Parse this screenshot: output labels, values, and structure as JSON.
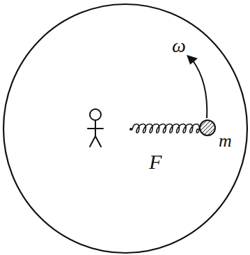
{
  "diagram": {
    "labels": [
      "ω",
      "F",
      "m"
    ]
  }
}
